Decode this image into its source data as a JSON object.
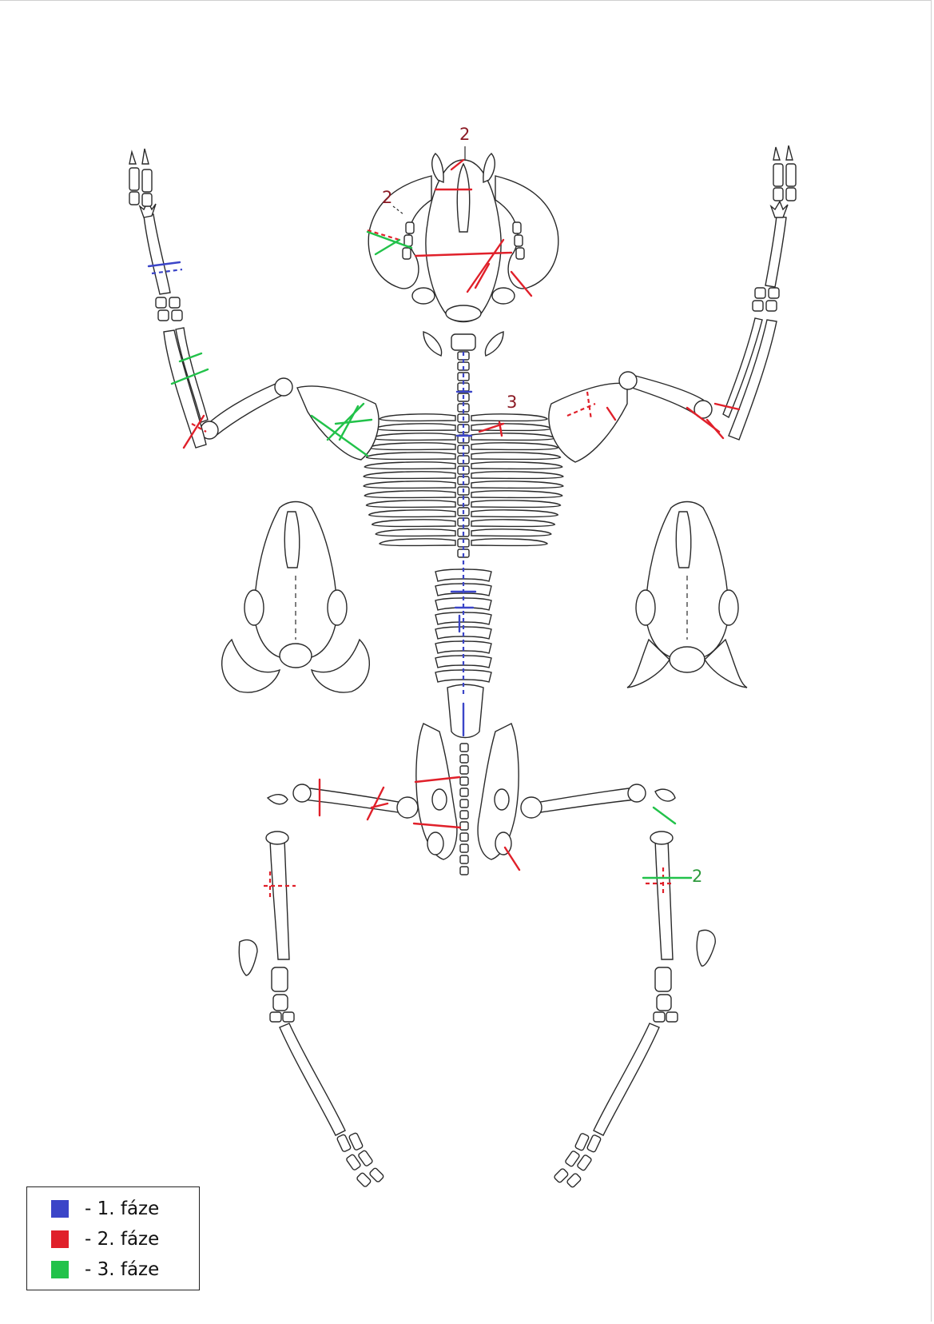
{
  "colors": {
    "phase1": "#3b45c8",
    "phase2": "#e0202a",
    "phase3": "#22c24a",
    "label_red": "#8b1a24",
    "label_green": "#2e9a3e",
    "bone_outline": "#2a2a2a"
  },
  "annotations": {
    "skull_top": "2",
    "skull_left": "2",
    "thorax": "3",
    "right_tibia": "2"
  },
  "legend": {
    "items": [
      {
        "label": "- 1. fáze",
        "color": "#3b45c8"
      },
      {
        "label": "- 2. fáze",
        "color": "#e0202a"
      },
      {
        "label": "- 3. fáze",
        "color": "#22c24a"
      }
    ]
  }
}
